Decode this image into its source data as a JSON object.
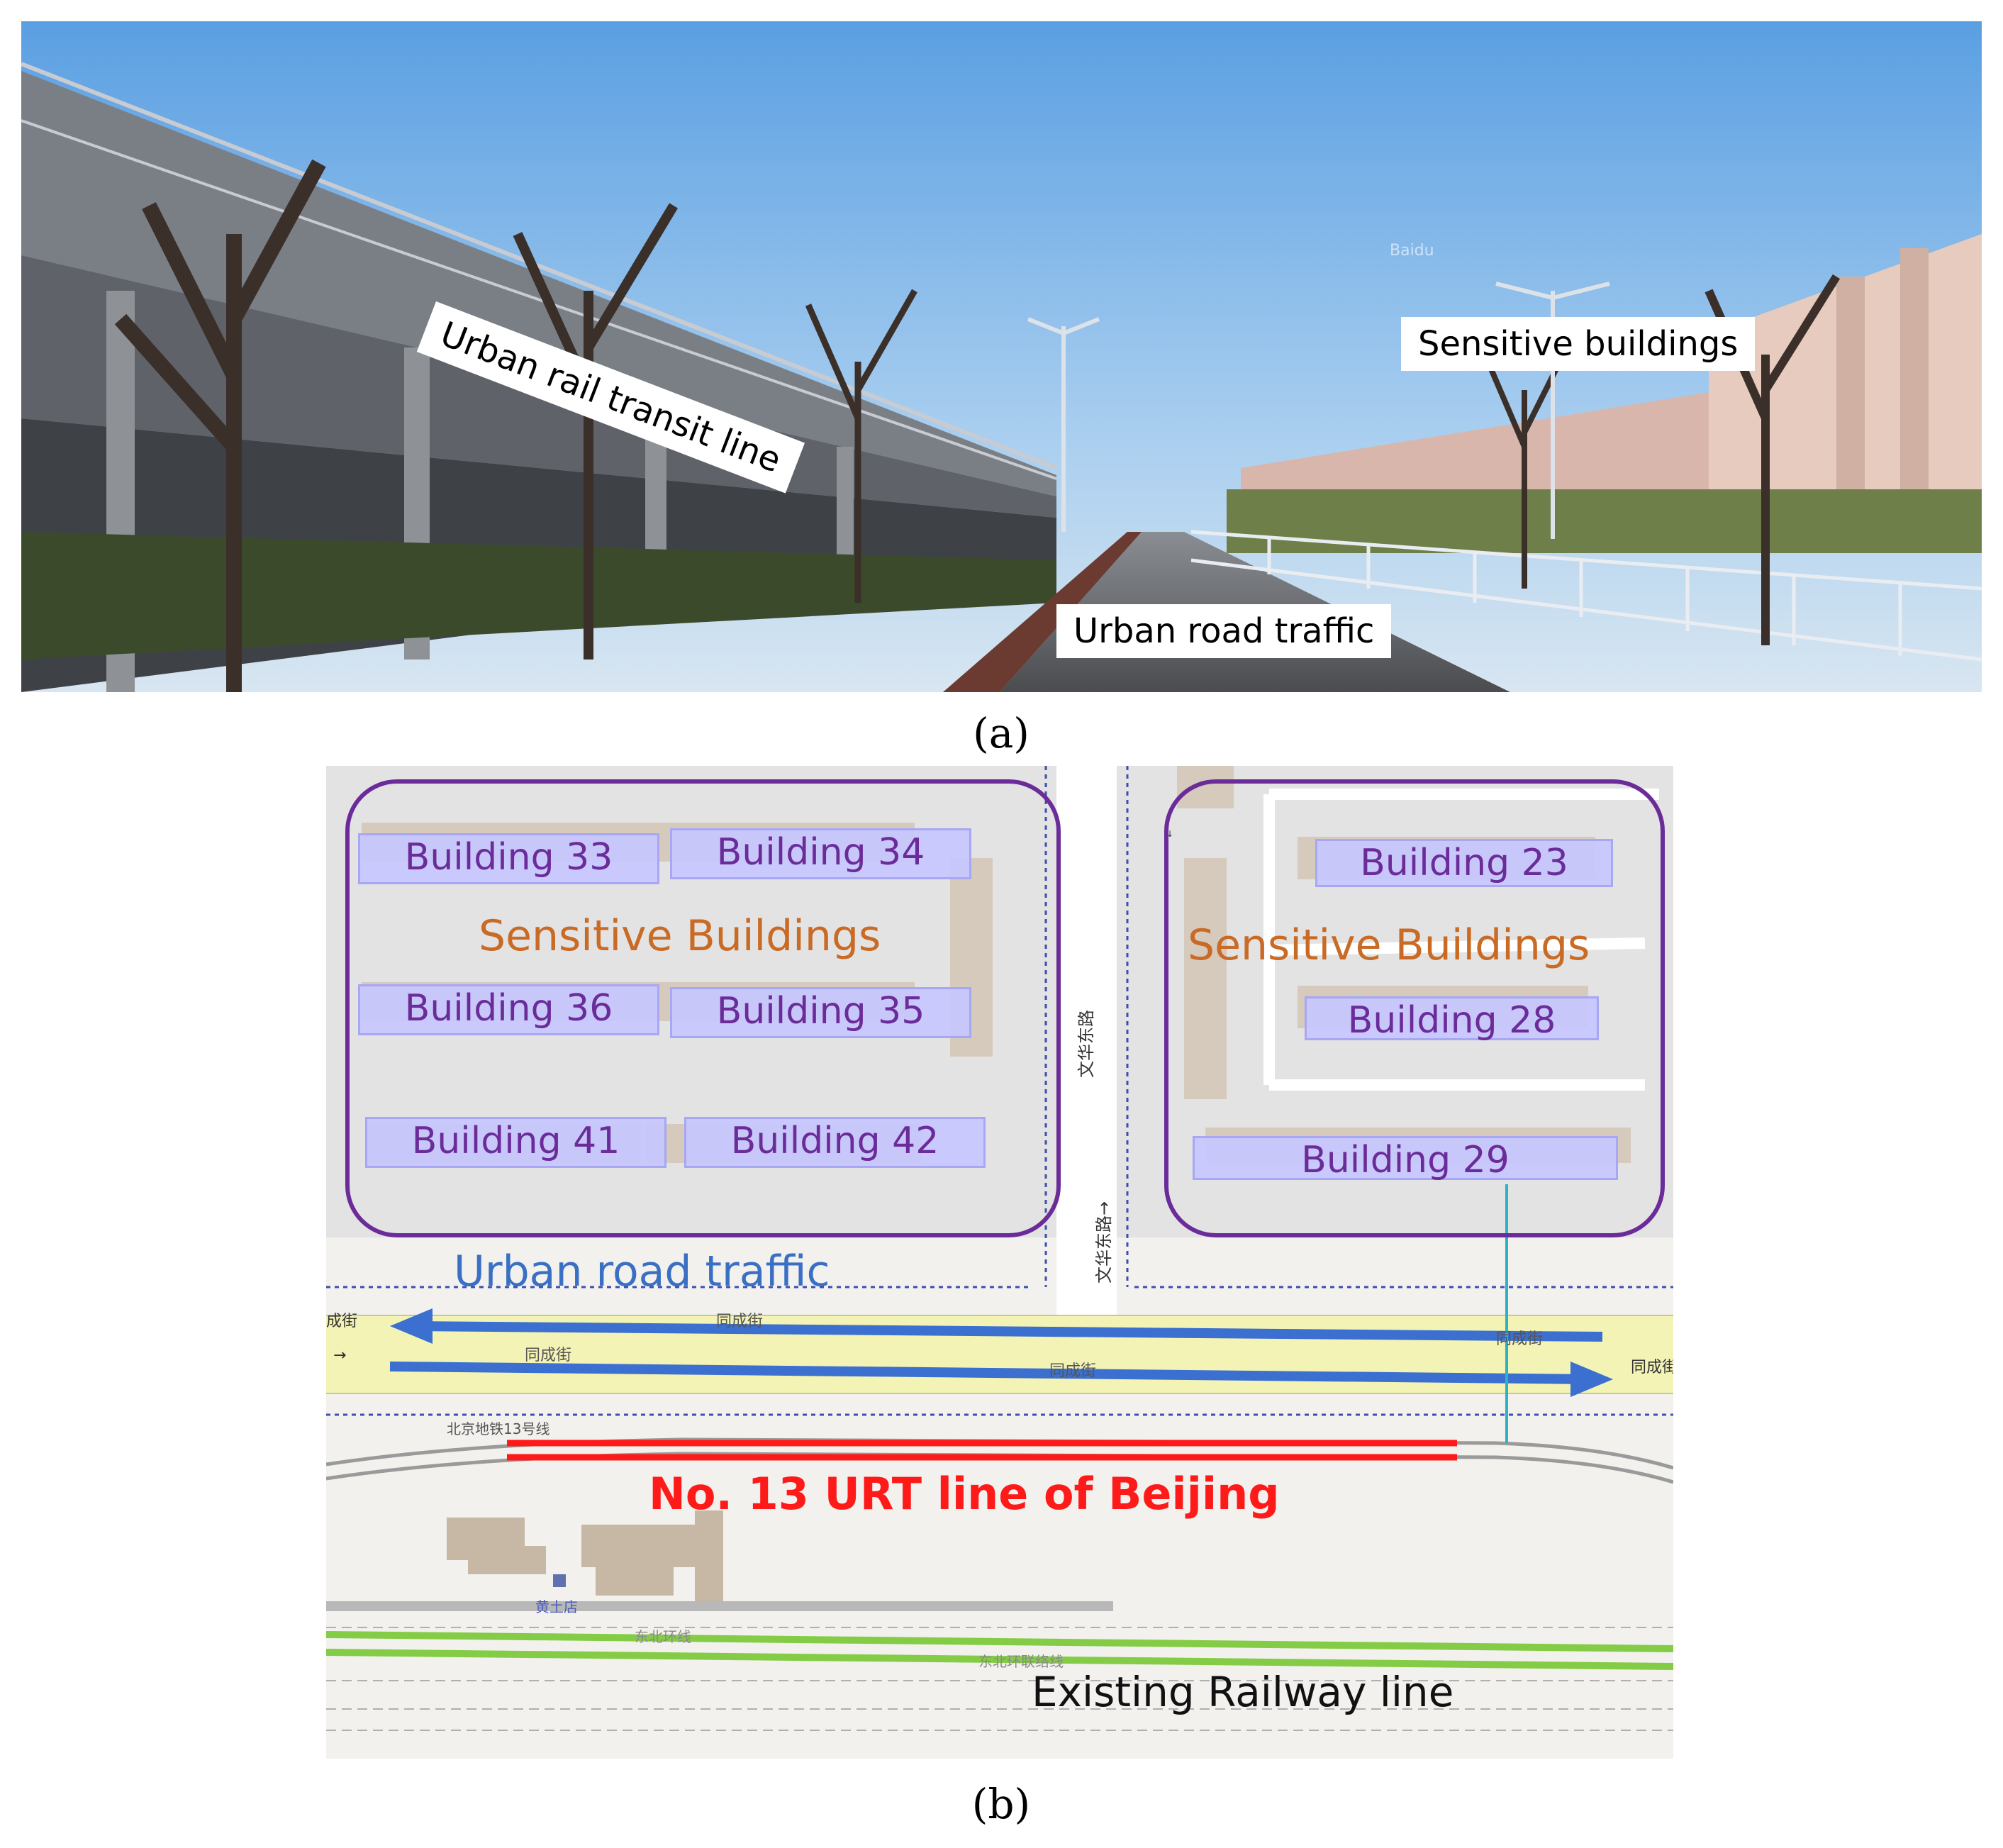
{
  "panel_a": {
    "caption": "(a)",
    "labels": {
      "rail": "Urban rail transit line",
      "buildings": "Sensitive buildings",
      "road": "Urban road traffic"
    },
    "watermark": "Baidu"
  },
  "panel_b": {
    "caption": "(b)",
    "sensitive_label": "Sensitive Buildings",
    "buildings": [
      "Building 33",
      "Building 34",
      "Building 36",
      "Building 35",
      "Building 41",
      "Building 42",
      "Building 23",
      "Building 28",
      "Building 29"
    ],
    "road_label": "Urban road traffic",
    "urt_label": "No. 13 URT line of Beijing",
    "rail_label": "Existing Railway line",
    "colors": {
      "group_outline": "#6b2c9a",
      "building_fill": "#c7c7ff",
      "sensitive_text": "#c96a25",
      "road_text": "#3a70c4",
      "traffic_arrow": "#3b6fd0",
      "urt_line": "#ff1a1a",
      "railway_line": "#84cc45",
      "road_fill": "#f3f3b5",
      "distance_line": "#2ab3c4"
    },
    "map_text": {
      "street": "同成街",
      "street_left": "成街",
      "street_right": "同成街",
      "road_ns": "文华东路",
      "road_ns_arrow": "文华东路→",
      "metro": "北京地铁13号线",
      "station": "黄土店",
      "rail_1": "东北环线",
      "rail_2": "东北环联络线",
      "small_mark": "↓",
      "left_arrow": "→"
    }
  }
}
